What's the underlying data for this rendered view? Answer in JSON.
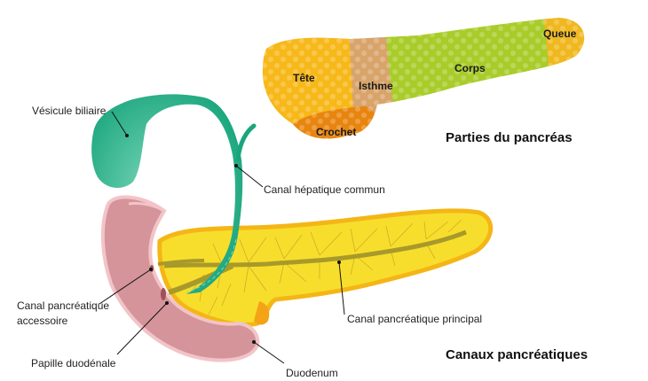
{
  "diagram": {
    "parts_section": {
      "title": "Parties du pancréas",
      "parts": [
        {
          "id": "tete",
          "label": "Tête",
          "color": "#f7b81a"
        },
        {
          "id": "isthme",
          "label": "Isthme",
          "color": "#d8a46a"
        },
        {
          "id": "corps",
          "label": "Corps",
          "color": "#a9cc2a"
        },
        {
          "id": "queue",
          "label": "Queue",
          "color": "#f0b820"
        },
        {
          "id": "crochet",
          "label": "Crochet",
          "color": "#e8850f"
        }
      ]
    },
    "ducts_section": {
      "title": "Canaux pancréatiques",
      "labels": {
        "vesicule": "Vésicule biliaire",
        "canal_hepatique": "Canal hépatique commun",
        "canal_accessoire_1": "Canal pancréatique",
        "canal_accessoire_2": "accessoire",
        "papille": "Papille duodénale",
        "duodenum": "Duodenum",
        "canal_principal": "Canal pancréatique principal"
      },
      "colors": {
        "pancreas": "#f8de2c",
        "pancreas_edge": "#f4b616",
        "duct": "#a89a2a",
        "gallbladder": "#1fae84",
        "duodenum": "#d4949a",
        "duodenum_edge": "#f2c4c8"
      }
    }
  }
}
